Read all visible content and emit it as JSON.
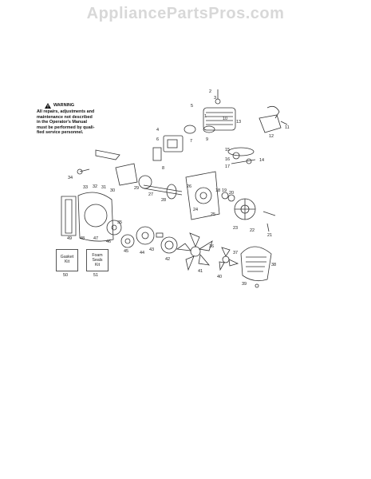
{
  "watermark": "AppliancePartsPros.com",
  "warning": {
    "title": "WARNING",
    "lines": [
      "All repairs, adjustments and",
      "maintenance not described",
      "in the Operator's Manual",
      "must be performed by quali-",
      "fied service personnel."
    ]
  },
  "kits": [
    {
      "line1": "Gasket",
      "line2": "Kit",
      "number": "50"
    },
    {
      "line1": "Foam",
      "line2": "Seals",
      "line3": "Kit",
      "number": "51"
    }
  ],
  "part_labels": [
    "1",
    "2",
    "3",
    "4",
    "5",
    "6",
    "7",
    "8",
    "9",
    "10",
    "11",
    "12",
    "13",
    "14",
    "15",
    "16",
    "17",
    "18",
    "19",
    "20",
    "21",
    "22",
    "23",
    "24",
    "25",
    "26",
    "27",
    "28",
    "29",
    "30",
    "31",
    "32",
    "33",
    "34",
    "35",
    "36",
    "37",
    "38",
    "39",
    "40",
    "41",
    "42",
    "43",
    "44",
    "45",
    "46",
    "47",
    "48",
    "49"
  ]
}
